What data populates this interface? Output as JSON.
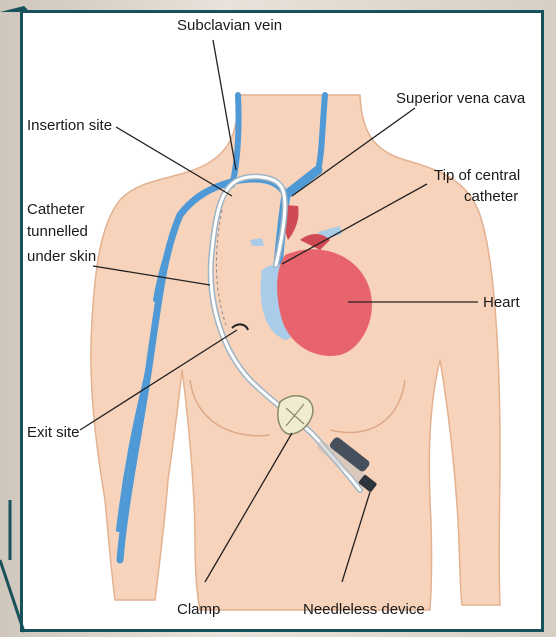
{
  "labels": {
    "subclavian_vein": "Subclavian vein",
    "superior_vena_cava": "Superior vena cava",
    "insertion_site": "Insertion site",
    "tip_line1": "Tip of central",
    "tip_line2": "catheter",
    "tunnel_line1": "Catheter",
    "tunnel_line2": "tunnelled",
    "tunnel_line3": "under skin",
    "heart": "Heart",
    "exit_site": "Exit site",
    "clamp": "Clamp",
    "needleless_device": "Needleless device"
  },
  "colors": {
    "frame": "#18525b",
    "skin": "#f7d3bb",
    "skin_outline": "#e2b190",
    "vein": "#4f9ad6",
    "heart": "#e8646c",
    "heart_dark": "#cf4a54",
    "atrium": "#a9cce8",
    "catheter": "#ffffff",
    "leader": "#222222"
  }
}
